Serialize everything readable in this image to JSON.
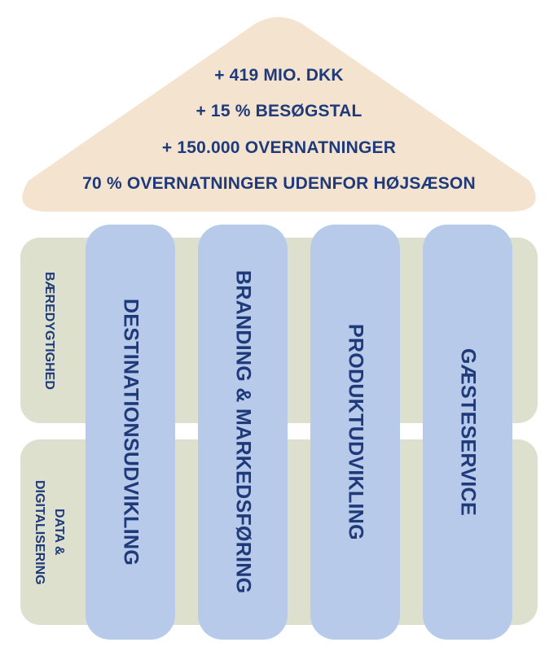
{
  "roof": {
    "lines": [
      "+ 419 MIO. DKK",
      "+ 15 % BESØGSTAL",
      "+ 150.000 OVERNATNINGER",
      "70 % OVERNATNINGER UDENFOR HØJSÆSON"
    ]
  },
  "bands": [
    {
      "label": "BÆREDYGTIGHED"
    },
    {
      "label": "DATA &\nDIGITALISERING"
    }
  ],
  "pillars": [
    {
      "label": "DESTINATIONSUDVIKLING"
    },
    {
      "label": "BRANDING & MARKEDSFØRING"
    },
    {
      "label": "PRODUKTUDVIKLING"
    },
    {
      "label": "GÆSTESERVICE"
    }
  ],
  "colors": {
    "roof": "#f3e3cf",
    "band": "#dde0cc",
    "pillar": "#b8caea",
    "text": "#1f3a7a"
  }
}
